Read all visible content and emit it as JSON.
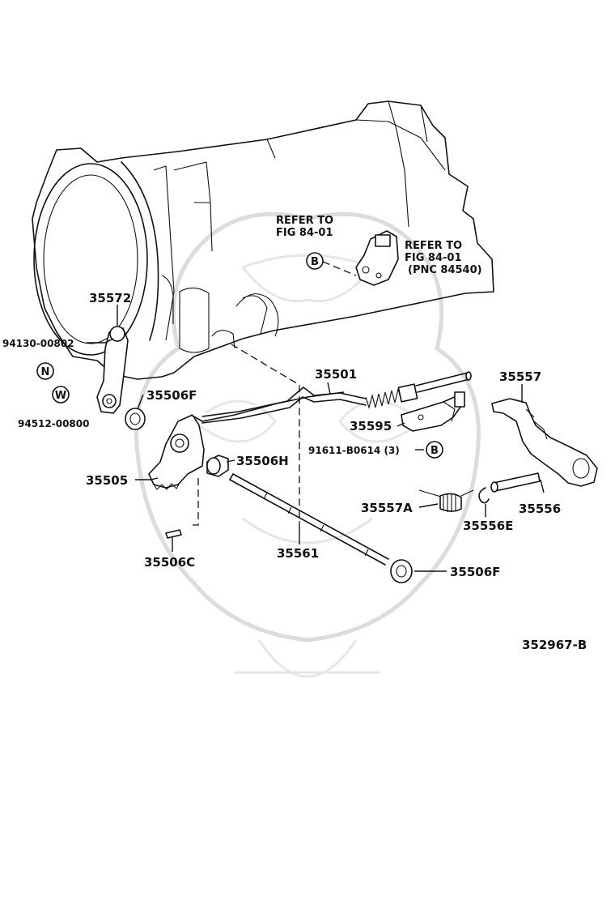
{
  "diagram_id": "352967-B",
  "refer_notes": [
    {
      "line1": "REFER TO",
      "line2": "FIG 84-01",
      "marker": "B"
    },
    {
      "line1": "REFER TO",
      "line2": "FIG 84-01",
      "line3": "(PNC 84540)"
    }
  ],
  "part_labels": {
    "p35572": "35572",
    "p94130": "94130-00802",
    "marker_n": "N",
    "marker_w": "W",
    "p94512": "94512-00800",
    "p35506F_a": "35506F",
    "p35505": "35505",
    "p35506H": "35506H",
    "p35506C": "35506C",
    "p35501": "35501",
    "p35595": "35595",
    "p91611": "91611-B0614 (3)",
    "marker_b2": "B",
    "p35561": "35561",
    "p35506F_b": "35506F",
    "p35557": "35557",
    "p35557A": "35557A",
    "p35556E": "35556E",
    "p35556": "35556"
  },
  "colors": {
    "ink": "#111111",
    "watermark": "#dcdcdc",
    "background": "#ffffff"
  }
}
